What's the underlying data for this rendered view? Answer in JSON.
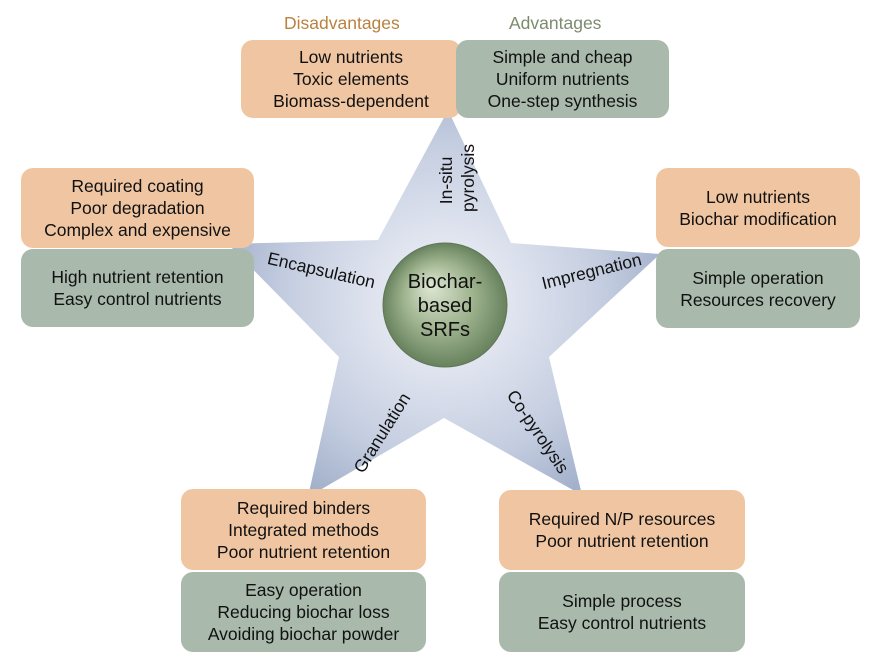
{
  "legend": {
    "disadvantages": "Disadvantages",
    "advantages": "Advantages",
    "disadvantages_color": "#b9823e",
    "advantages_color": "#7d8a6e"
  },
  "center": {
    "lines": [
      "Biochar-",
      "based",
      "SRFs"
    ]
  },
  "methods": {
    "in_situ_pyrolysis": [
      "In-situ",
      "pyrolysis"
    ],
    "impregnation": "Impregnation",
    "co_pyrolysis": "Co-pyrolysis",
    "granulation": "Granulation",
    "encapsulation": "Encapsulation"
  },
  "boxes": {
    "top_dis": [
      "Low nutrients",
      "Toxic elements",
      "Biomass-dependent"
    ],
    "top_adv": [
      "Simple and cheap",
      "Uniform nutrients",
      "One-step synthesis"
    ],
    "left_dis": [
      "Required coating",
      "Poor degradation",
      "Complex and expensive"
    ],
    "left_adv": [
      "High nutrient retention",
      "Easy control nutrients"
    ],
    "right_dis": [
      "Low nutrients",
      "Biochar modification"
    ],
    "right_adv": [
      "Simple operation",
      "Resources recovery"
    ],
    "bl_dis": [
      "Required binders",
      "Integrated methods",
      "Poor nutrient retention"
    ],
    "bl_adv": [
      "Easy operation",
      "Reducing biochar loss",
      "Avoiding biochar powder"
    ],
    "br_dis": [
      "Required N/P resources",
      "Poor nutrient retention"
    ],
    "br_adv": [
      "Simple process",
      "Easy control nutrients"
    ]
  },
  "colors": {
    "disadvantage_box": "#f0c6a2",
    "advantage_box": "#a9b9ac",
    "star_inner": "#f4f5fa",
    "star_outer": "#8597b9",
    "hub": "#7f9a72"
  }
}
